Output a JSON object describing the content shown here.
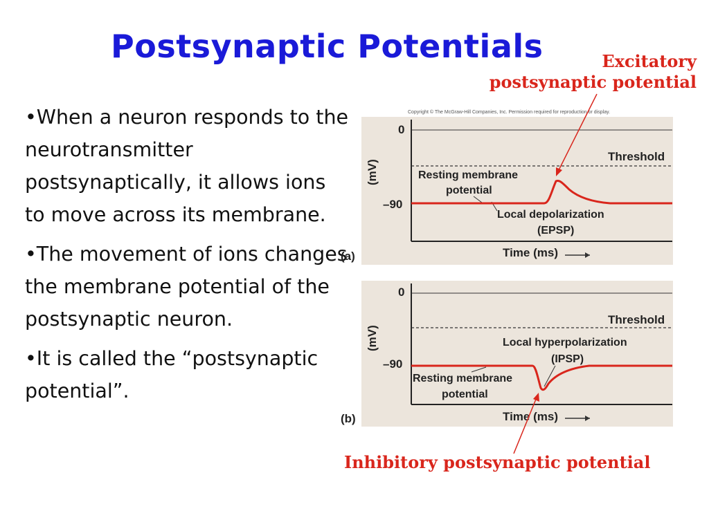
{
  "title": "Postsynaptic Potentials",
  "bullets": [
    "•When a neuron responds to the neurotransmitter postsynaptically, it allows ions to move across its membrane.",
    "•The movement of ions changes the membrane potential of the postsynaptic neuron.",
    "•It is called the “postsynaptic potential”."
  ],
  "excitatory_label": {
    "line1": "Excitatory",
    "line2": "postsynaptic potential"
  },
  "inhibitory_label": "Inhibitory postsynaptic potential",
  "figure": {
    "copyright": "Copyright © The McGraw-Hill Companies, Inc. Permission required for reproduction or display.",
    "panel_a": {
      "letter": "(a)",
      "y_tick_top": "0",
      "y_tick_bottom": "–90",
      "y_axis_label": "(mV)",
      "threshold": "Threshold",
      "resting_line1": "Resting membrane",
      "resting_line2": "potential",
      "event_line1": "Local depolarization",
      "event_line2": "(EPSP)",
      "x_axis_label": "Time (ms)"
    },
    "panel_b": {
      "letter": "(b)",
      "y_tick_top": "0",
      "y_tick_bottom": "–90",
      "y_axis_label": "(mV)",
      "threshold": "Threshold",
      "resting_line1": "Resting membrane",
      "resting_line2": "potential",
      "event_line1": "Local hyperpolarization",
      "event_line2": "(IPSP)",
      "x_axis_label": "Time (ms)"
    }
  },
  "colors": {
    "title": "#1a1ad8",
    "accent_red": "#d9261c",
    "panel_bg": "#ece5dc"
  }
}
